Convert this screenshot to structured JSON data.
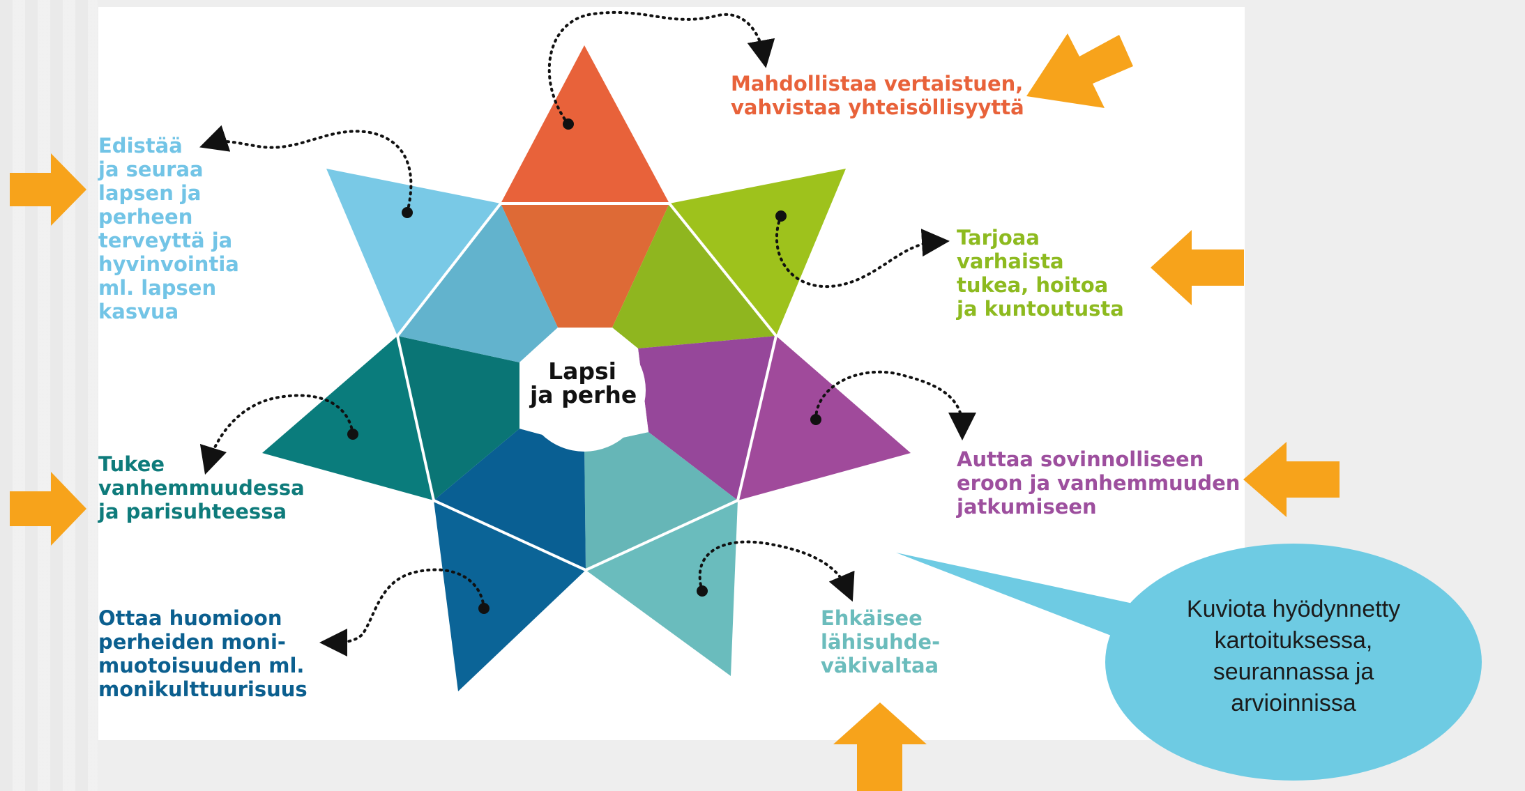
{
  "center": {
    "text": "Lapsi\nja perhe"
  },
  "points": [
    {
      "id": "top",
      "text": "Mahdollistaa vertaistuen,\nvahvistaa yhteisöllisyyttä",
      "color": "#e8623a"
    },
    {
      "id": "upper-right",
      "text": "Tarjoaa\nvarhaista\ntukea, hoitoa\nja kuntoutusta",
      "color": "#8dba1f"
    },
    {
      "id": "lower-right",
      "text": "Auttaa sovinnolliseen\neroon ja vanhemmuuden\njatkumiseen",
      "color": "#9d4f9e"
    },
    {
      "id": "bottom-right",
      "text": "Ehkäisee\nlähisuhde-\nväkivaltaa",
      "color": "#6bbcbc"
    },
    {
      "id": "bottom-left",
      "text": "Ottaa huomioon\nperheiden moni-\nmuotoisuuden ml.\nmonikulttuurisuus",
      "color": "#0b5f8f"
    },
    {
      "id": "lower-left",
      "text": "Tukee\nvanhemmuudessa\nja parisuhteessa",
      "color": "#0e7b7b"
    },
    {
      "id": "upper-left",
      "text": "Edistää\nja seuraa\nlapsen ja\nperheen\nterveyttä ja\nhyvinvointia\nml. lapsen\nkasvua",
      "color": "#72c4e6"
    }
  ],
  "callout": {
    "text": "Kuviota hyödynnetty\nkartoituksessa,\nseurannassa ja\narvioinnissa",
    "color": "#6ecbe3"
  },
  "arrow_color": "#f7a31b"
}
